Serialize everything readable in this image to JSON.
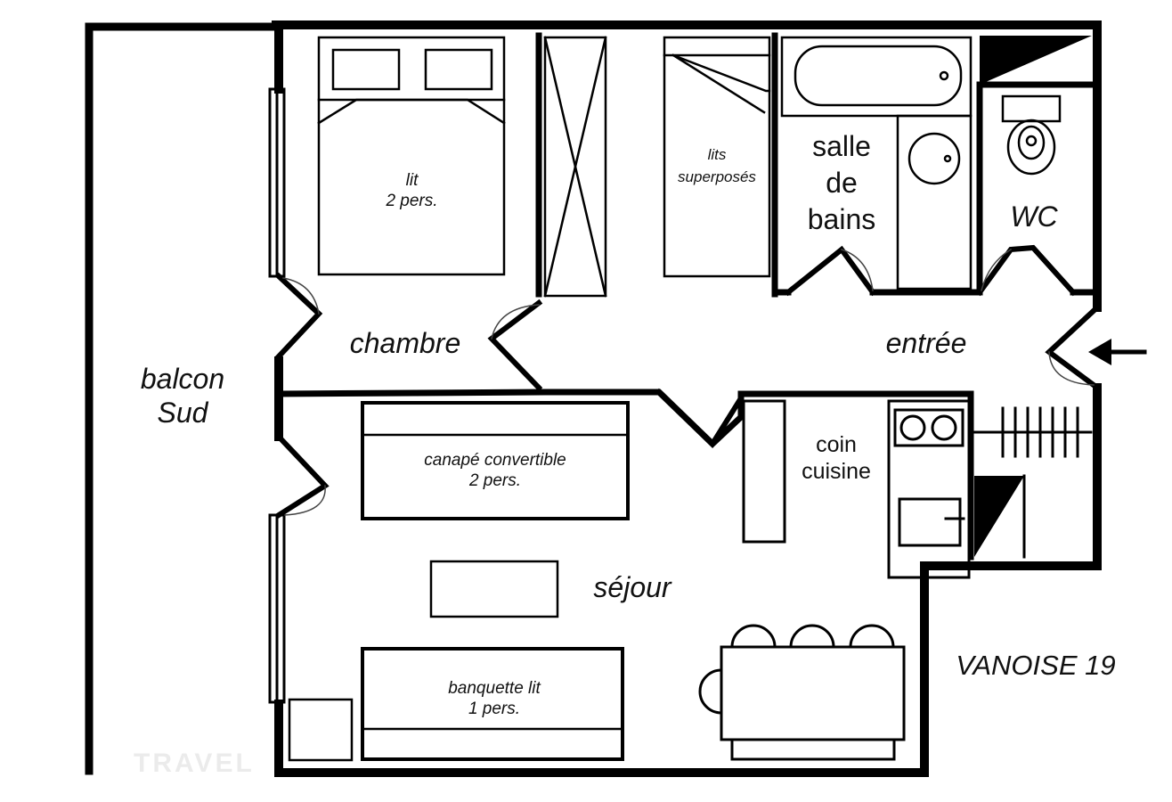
{
  "rooms": {
    "balcon": "balcon\nSud",
    "chambre": "chambre",
    "entree": "entrée",
    "sejour": "séjour",
    "salle_de_bains": "salle\nde\nbains",
    "wc": "WC",
    "coin_cuisine": "coin\ncuisine"
  },
  "furniture": {
    "double_bed": "lit\n2 pers.",
    "bunk_beds": "lits\nsuperposés",
    "sofa_bed": "canapé convertible\n2 pers.",
    "daybed": "banquette lit\n1 pers."
  },
  "apartment_name": "VANOISE 19",
  "watermark": "TRAVEL",
  "colors": {
    "wall": "#000000",
    "line": "#111111",
    "background": "#ffffff"
  }
}
